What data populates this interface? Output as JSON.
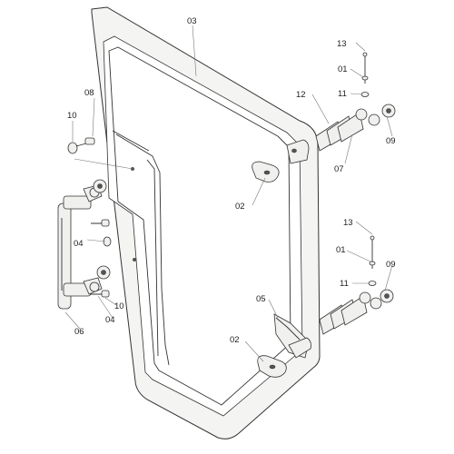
{
  "diagram": {
    "callouts": {
      "door_panel": "03",
      "seal_bracket_top": "12",
      "seal_bracket_bottom": "05",
      "hinge_pin_top": "13",
      "hinge_pin_bottom": "13",
      "spacer_top": "01",
      "spacer_bottom": "01",
      "clip_top": "11",
      "clip_bottom": "11",
      "washer_top": "09",
      "washer_bottom": "09",
      "hinge_block": "07",
      "catch_upper": "02",
      "catch_lower": "02",
      "handle_washer": "08",
      "handle_bolt_upper": "10",
      "handle_bolt_lower": "10",
      "handle_screw_upper": "04",
      "handle_screw_lower": "04",
      "handle": "06"
    }
  }
}
